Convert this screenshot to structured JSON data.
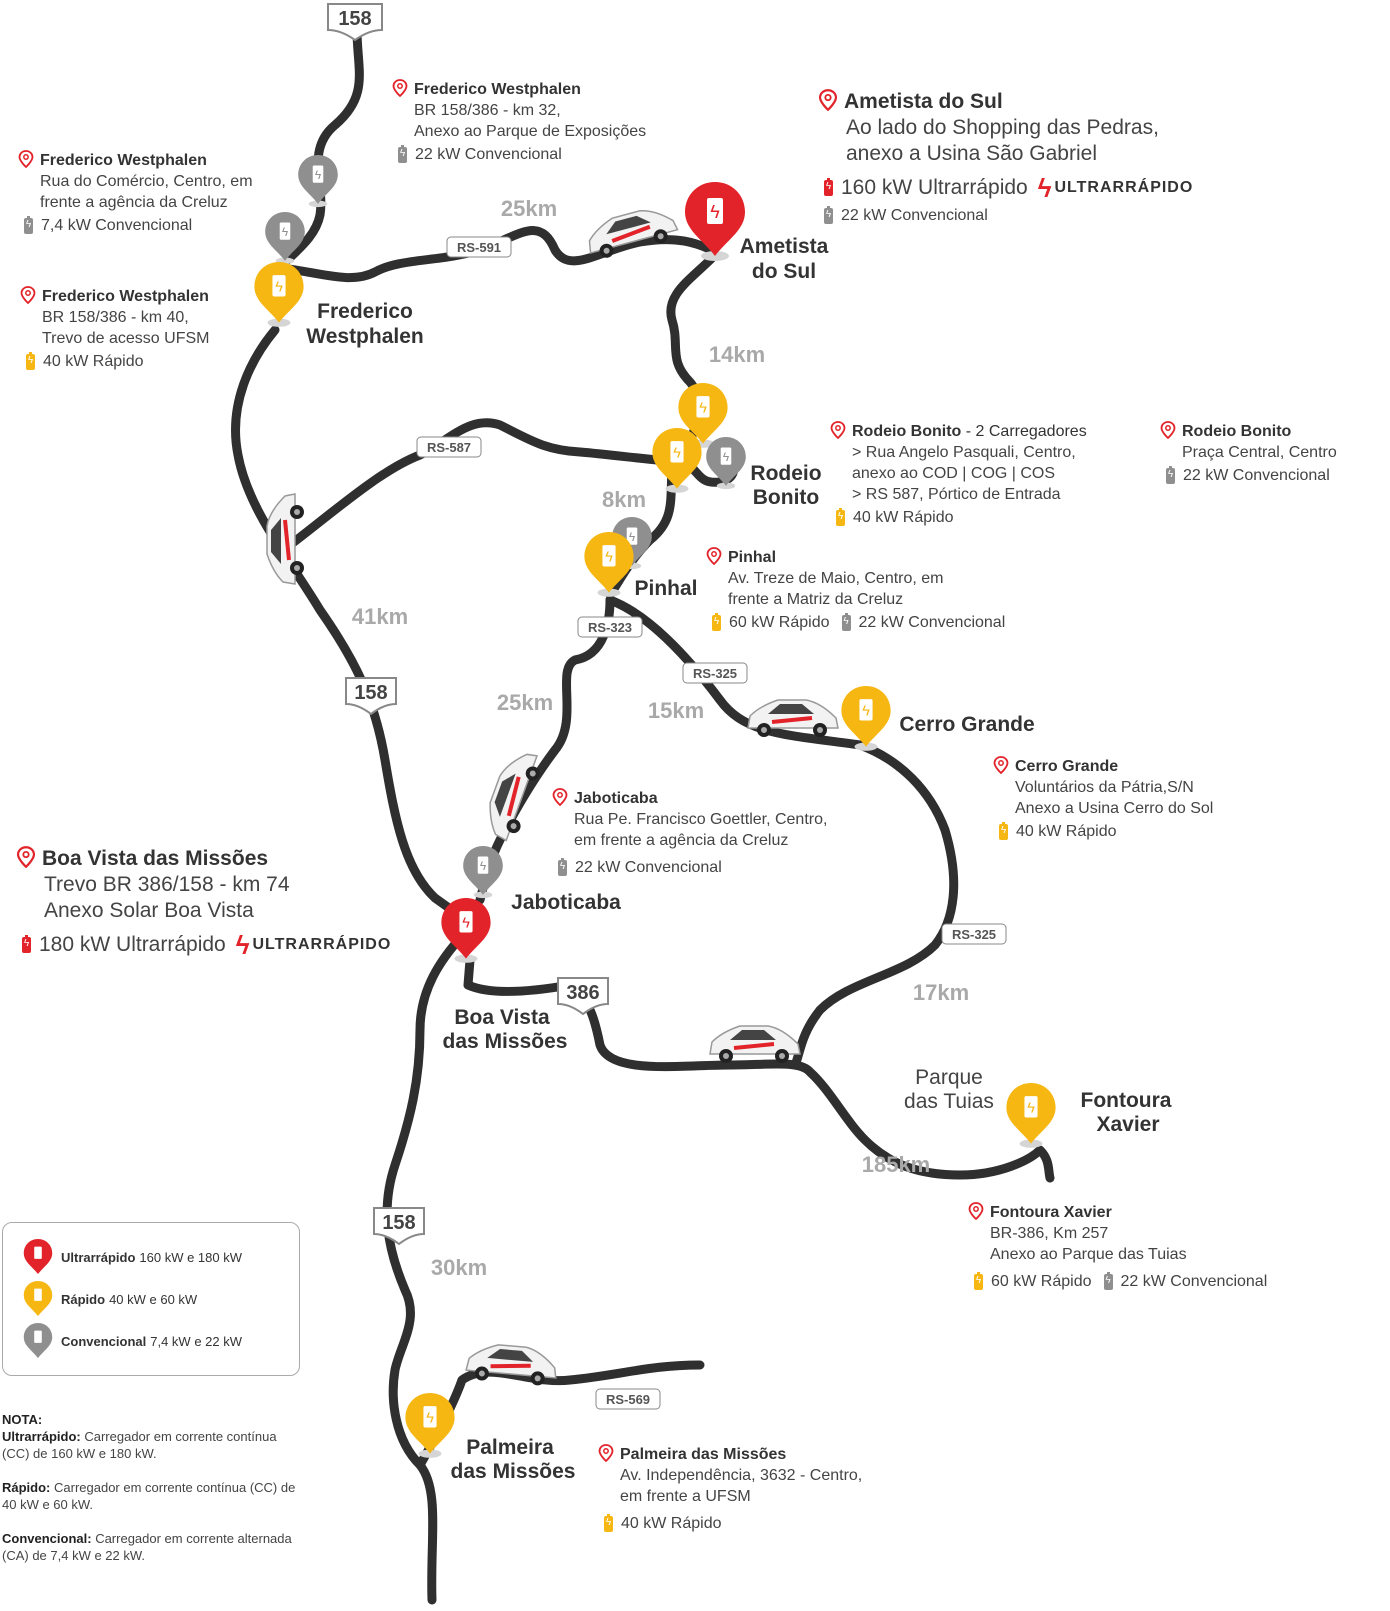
{
  "highway_shields": [
    "158",
    "158",
    "386",
    "158"
  ],
  "road_labels": [
    "RS-591",
    "RS-587",
    "RS-323",
    "RS-325",
    "RS-325",
    "RS-569"
  ],
  "distances": [
    "25km",
    "14km",
    "8km",
    "41km",
    "25km",
    "15km",
    "17km",
    "185km",
    "30km"
  ],
  "city_labels": {
    "fw": "Frederico Westphalen",
    "ametista": "Ametista do Sul",
    "rodeio": "Rodeio Bonito",
    "pinhal": "Pinhal",
    "cerro": "Cerro Grande",
    "jaboticaba": "Jaboticaba",
    "boavista": "Boa Vista das Missões",
    "tuias": "Parque das Tuias",
    "fontoura": "Fontoura Xavier",
    "palmeira": "Palmeira das Missões"
  },
  "stations": {
    "fw1": {
      "title": "Frederico Westphalen",
      "lines": [
        "BR 158/386 - km 32,",
        "Anexo ao Parque de Exposições"
      ],
      "chargers": [
        {
          "type": "convencional",
          "text": "22 kW Convencional"
        }
      ]
    },
    "fw2": {
      "title": "Frederico Westphalen",
      "lines": [
        "Rua do Comércio, Centro, em",
        "frente a agência da Creluz"
      ],
      "chargers": [
        {
          "type": "convencional",
          "text": "7,4 kW Convencional"
        }
      ]
    },
    "fw3": {
      "title": "Frederico Westphalen",
      "lines": [
        "BR 158/386 - km 40,",
        "Trevo de acesso UFSM"
      ],
      "chargers": [
        {
          "type": "rapido",
          "text": "40 kW Rápido"
        }
      ]
    },
    "ametista": {
      "title": "Ametista do Sul",
      "lines": [
        "Ao lado do Shopping das Pedras,",
        "anexo a Usina São Gabriel"
      ],
      "chargers": [
        {
          "type": "ultra",
          "text": "160 kW Ultrarrápido"
        },
        {
          "type": "convencional",
          "text": "22 kW Convencional"
        }
      ],
      "badge": "ULTRARRÁPIDO"
    },
    "rodeio1": {
      "title": "Rodeio Bonito",
      "title_extra": " - 2 Carregadores",
      "lines": [
        "> Rua Angelo Pasquali, Centro,",
        "anexo ao COD | COG | COS",
        "> RS 587, Pórtico de Entrada"
      ],
      "chargers": [
        {
          "type": "rapido",
          "text": "40 kW Rápido"
        }
      ]
    },
    "rodeio2": {
      "title": "Rodeio Bonito",
      "lines": [
        "Praça Central, Centro"
      ],
      "chargers": [
        {
          "type": "convencional",
          "text": "22 kW Convencional"
        }
      ]
    },
    "pinhal": {
      "title": "Pinhal",
      "lines": [
        "Av. Treze de Maio, Centro, em",
        "frente a Matriz da Creluz"
      ],
      "chargers": [
        {
          "type": "rapido",
          "text": "60 kW Rápido"
        },
        {
          "type": "convencional",
          "text": "22 kW Convencional"
        }
      ]
    },
    "cerro": {
      "title": "Cerro Grande",
      "lines": [
        "Voluntários da Pátria,S/N",
        "Anexo a Usina Cerro do Sol"
      ],
      "chargers": [
        {
          "type": "rapido",
          "text": "40 kW Rápido"
        }
      ]
    },
    "jaboticaba": {
      "title": "Jaboticaba",
      "lines": [
        "Rua Pe. Francisco Goettler, Centro,",
        "em frente a agência da Creluz"
      ],
      "chargers": [
        {
          "type": "convencional",
          "text": "22 kW Convencional"
        }
      ]
    },
    "boavista": {
      "title": "Boa Vista das Missões",
      "lines": [
        "Trevo BR 386/158 - km 74",
        "Anexo Solar Boa Vista"
      ],
      "chargers": [
        {
          "type": "ultra",
          "text": "180 kW Ultrarrápido"
        }
      ],
      "badge": "ULTRARRÁPIDO"
    },
    "fontoura": {
      "title": "Fontoura Xavier",
      "lines": [
        "BR-386, Km 257",
        "Anexo ao Parque das Tuias"
      ],
      "chargers": [
        {
          "type": "rapido",
          "text": "60 kW Rápido"
        },
        {
          "type": "convencional",
          "text": "22 kW Convencional"
        }
      ]
    },
    "palmeira": {
      "title": "Palmeira das Missões",
      "lines": [
        "Av. Independência, 3632 - Centro,",
        "em frente a UFSM"
      ],
      "chargers": [
        {
          "type": "rapido",
          "text": "40 kW Rápido"
        }
      ]
    }
  },
  "legend": [
    {
      "type": "ultra",
      "name": "Ultrarrápido",
      "range": "160 kW e 180 kW"
    },
    {
      "type": "rapido",
      "name": "Rápido",
      "range": "40 kW e  60 kW"
    },
    {
      "type": "convencional",
      "name": "Convencional",
      "range": "7,4 kW e 22 kW"
    }
  ],
  "note": {
    "title": "NOTA:",
    "items": [
      {
        "term": "Ultrarrápido:",
        "text": " Carregador em corrente contínua (CC) de 160 kW e 180 kW."
      },
      {
        "term": "Rápido:",
        "text": " Carregador em corrente contínua (CC) de 40 kW e 60 kW."
      },
      {
        "term": "Convencional:",
        "text": " Carregador em corrente alternada (CA) de 7,4 kW e 22 kW."
      }
    ]
  },
  "colors": {
    "ultra": "#e2232a",
    "rapido": "#f6b713",
    "convencional": "#8f8f8f",
    "road": "#2f2f2f",
    "distance": "#a9a9a9"
  }
}
